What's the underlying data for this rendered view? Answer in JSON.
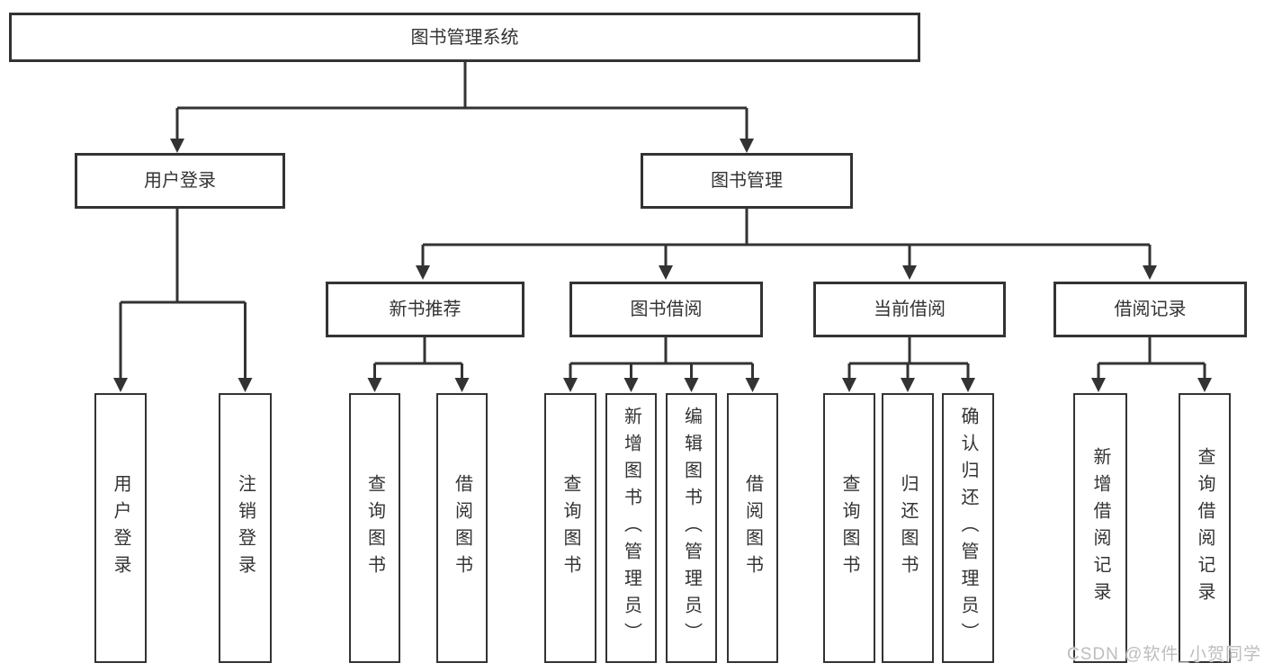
{
  "diagram": {
    "tree": {
      "root": {
        "label": "图书管理系统",
        "children": [
          {
            "label": "用户登录",
            "children": [
              {
                "label": "用户登录"
              },
              {
                "label": "注销登录"
              }
            ]
          },
          {
            "label": "图书管理",
            "children": [
              {
                "label": "新书推荐",
                "children": [
                  {
                    "label": "查询图书"
                  },
                  {
                    "label": "借阅图书"
                  }
                ]
              },
              {
                "label": "图书借阅",
                "children": [
                  {
                    "label": "查询图书"
                  },
                  {
                    "label": "新增图书（管理员）"
                  },
                  {
                    "label": "编辑图书（管理员）"
                  },
                  {
                    "label": "借阅图书"
                  }
                ]
              },
              {
                "label": "当前借阅",
                "children": [
                  {
                    "label": "查询图书"
                  },
                  {
                    "label": "归还图书"
                  },
                  {
                    "label": "确认归还（管理员）"
                  }
                ]
              },
              {
                "label": "借阅记录",
                "children": [
                  {
                    "label": "新增借阅记录"
                  },
                  {
                    "label": "查询借阅记录"
                  }
                ]
              }
            ]
          }
        ]
      }
    },
    "colors": {
      "line": "#333333",
      "box_border": "#333333",
      "box_fill": "#ffffff",
      "text": "#333333",
      "background": "#ffffff",
      "watermark": "#bdbdbd"
    }
  },
  "watermark": {
    "text": "CSDN @软件_小贺同学"
  }
}
